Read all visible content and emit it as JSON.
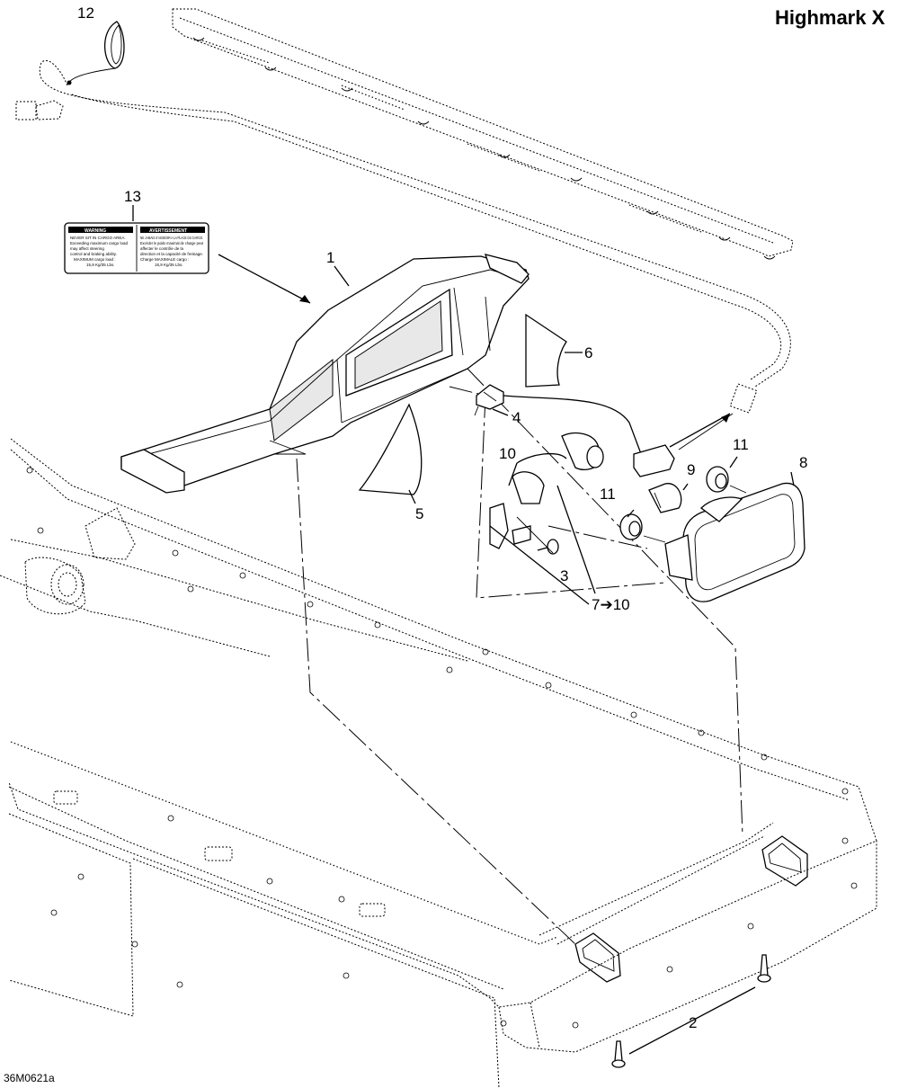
{
  "title": "Highmark X",
  "drawing_code": "36M0621a",
  "callouts": {
    "c1": "1",
    "c2": "2",
    "c3": "3",
    "c4": "4",
    "c5": "5",
    "c6": "6",
    "c7_10": "7➔10",
    "c8": "8",
    "c9": "9",
    "c10": "10",
    "c11a": "11",
    "c11b": "11",
    "c12": "12",
    "c13": "13"
  },
  "warning_label": {
    "en_header": "WARNING",
    "fr_header": "AVERTISSEMENT",
    "en_lines": [
      "NEVER SIT IN CARGO AREA.",
      "Exceeding maximum cargo load",
      "may affect steering",
      "control and braking ability.",
      "MAXIMUM cargo load :",
      "15,9 Kg/35 Lbs."
    ],
    "fr_lines": [
      "NE JAMAIS S'ASSEOIR A LA PLACE DU CARGO.",
      "Excéder le poids maximal de charge peut",
      "affecter le contrôle de la",
      "direction et la capacité de freinage.",
      "Charge MAXIMALE cargo :",
      "15,9 Kg/35 Lbs."
    ]
  }
}
